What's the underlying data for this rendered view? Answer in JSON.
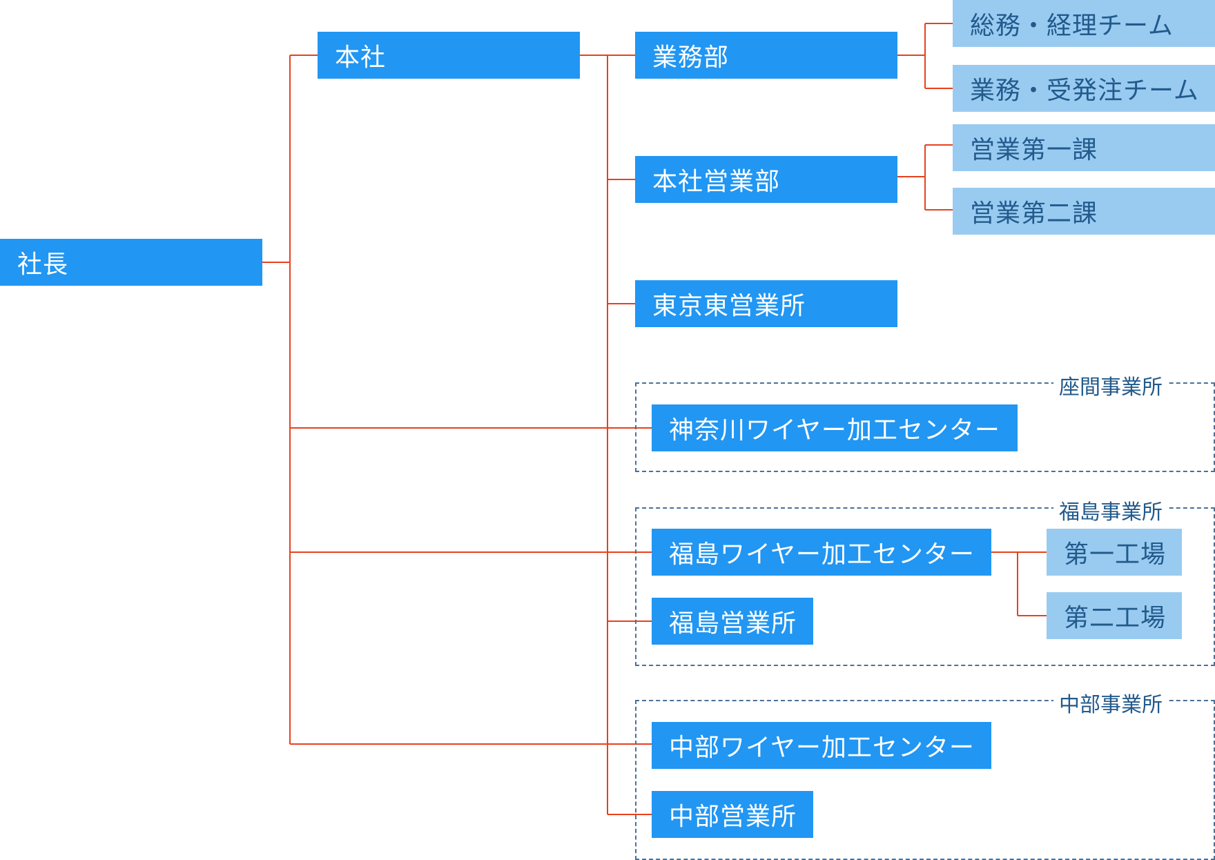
{
  "colors": {
    "primary_box": "#2196f3",
    "secondary_box": "#99cbf1",
    "connector": "#e8401c",
    "group_border": "#4a6f96"
  },
  "root": "社長",
  "honsha": {
    "label": "本社",
    "departments": [
      {
        "label": "業務部",
        "teams": [
          "総務・経理チーム",
          "業務・受発注チーム"
        ]
      },
      {
        "label": "本社営業部",
        "teams": [
          "営業第一課",
          "営業第二課"
        ]
      },
      {
        "label": "東京東営業所"
      }
    ]
  },
  "offices": [
    {
      "label": "座間事業所",
      "units": [
        "神奈川ワイヤー加工センター"
      ]
    },
    {
      "label": "福島事業所",
      "units": [
        "福島ワイヤー加工センター",
        "福島営業所"
      ],
      "factories": [
        "第一工場",
        "第二工場"
      ]
    },
    {
      "label": "中部事業所",
      "units": [
        "中部ワイヤー加工センター",
        "中部営業所"
      ]
    }
  ]
}
